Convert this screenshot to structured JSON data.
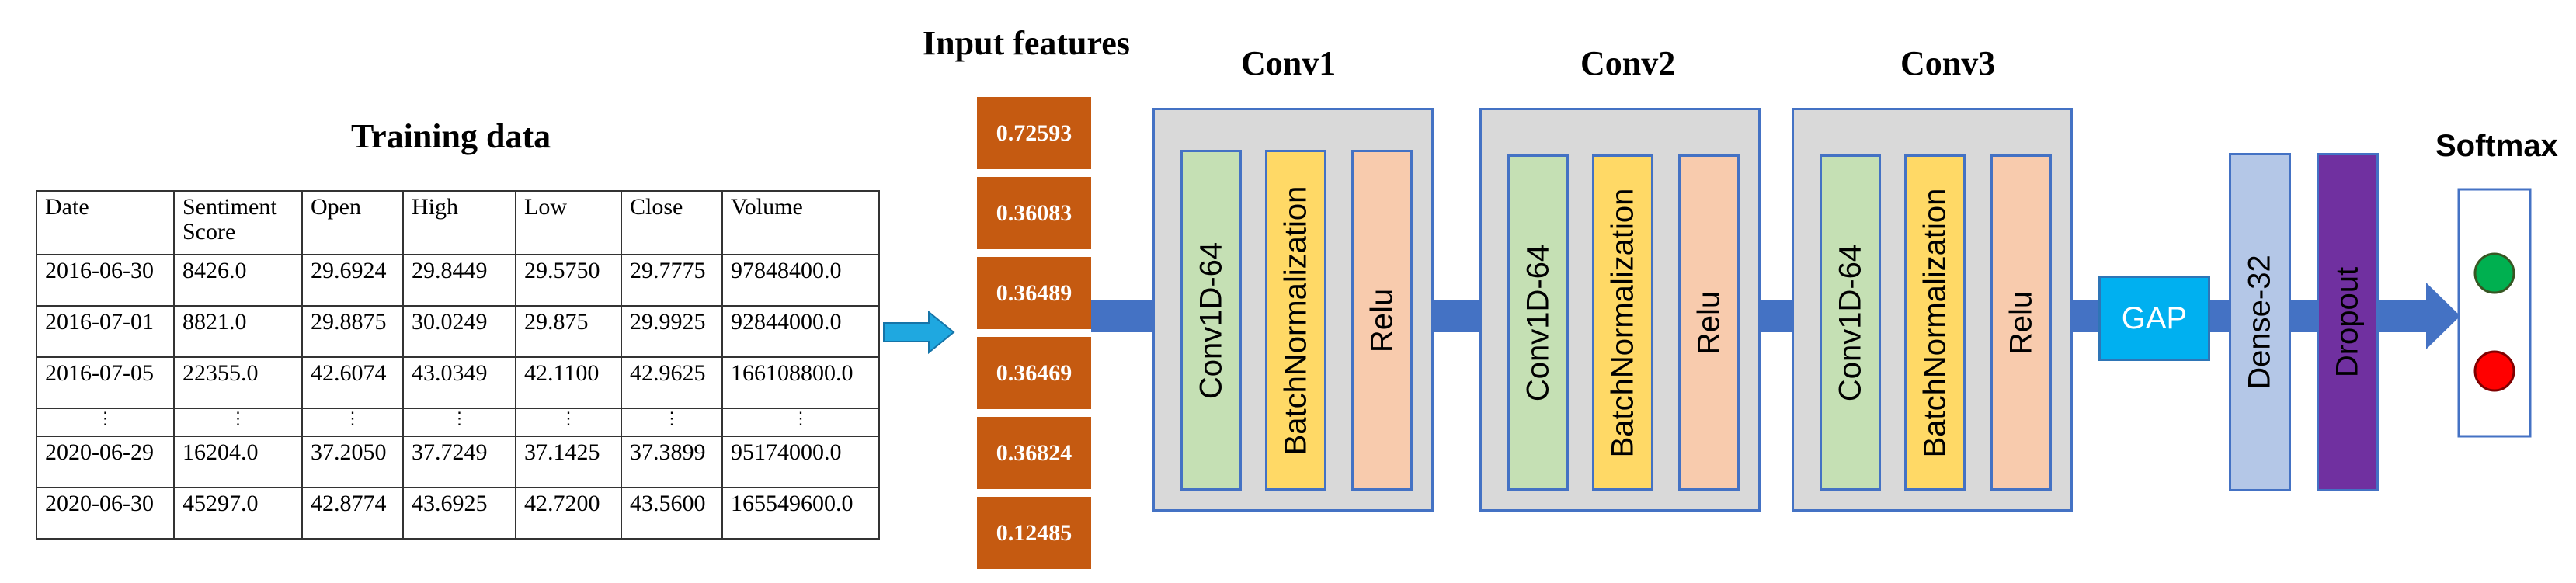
{
  "titles": {
    "training_data": "Training data",
    "input_features": "Input features",
    "conv1": "Conv1",
    "conv2": "Conv2",
    "conv3": "Conv3",
    "softmax": "Softmax"
  },
  "table": {
    "headers": [
      "Date",
      "Sentiment Score",
      "Open",
      "High",
      "Low",
      "Close",
      "Volume"
    ],
    "header_sentiment_line1": "Sentiment",
    "header_sentiment_line2": "Score",
    "rows": [
      [
        "2016-06-30",
        "8426.0",
        "29.6924",
        "29.8449",
        "29.5750",
        "29.7775",
        "97848400.0"
      ],
      [
        "2016-07-01",
        "8821.0",
        "29.8875",
        "30.0249",
        "29.875",
        "29.9925",
        "92844000.0"
      ],
      [
        "2016-07-05",
        "22355.0",
        "42.6074",
        "43.0349",
        "42.1100",
        "42.9625",
        "166108800.0"
      ]
    ],
    "ellipsis": "⋮",
    "tail_rows": [
      [
        "2020-06-29",
        "16204.0",
        "37.2050",
        "37.7249",
        "37.1425",
        "37.3899",
        "95174000.0"
      ],
      [
        "2020-06-30",
        "45297.0",
        "42.8774",
        "43.6925",
        "42.7200",
        "43.5600",
        "165549600.0"
      ]
    ]
  },
  "input_features": [
    "0.72593",
    "0.36083",
    "0.36489",
    "0.36469",
    "0.36824",
    "0.12485"
  ],
  "conv_layers": [
    "Conv1D-64",
    "BatchNormalization",
    "Relu"
  ],
  "gap": "GAP",
  "dense": "Dense-32",
  "dropout": "Dropout",
  "colors": {
    "feature": "#C55A11",
    "arrow": "#4472C4",
    "input_arrow": "#1FA8E0",
    "gap": "#00B0F0",
    "dense": "#B4C7E7",
    "dropout": "#7030A0",
    "output_green": "#00B050",
    "output_red": "#FF0000"
  }
}
